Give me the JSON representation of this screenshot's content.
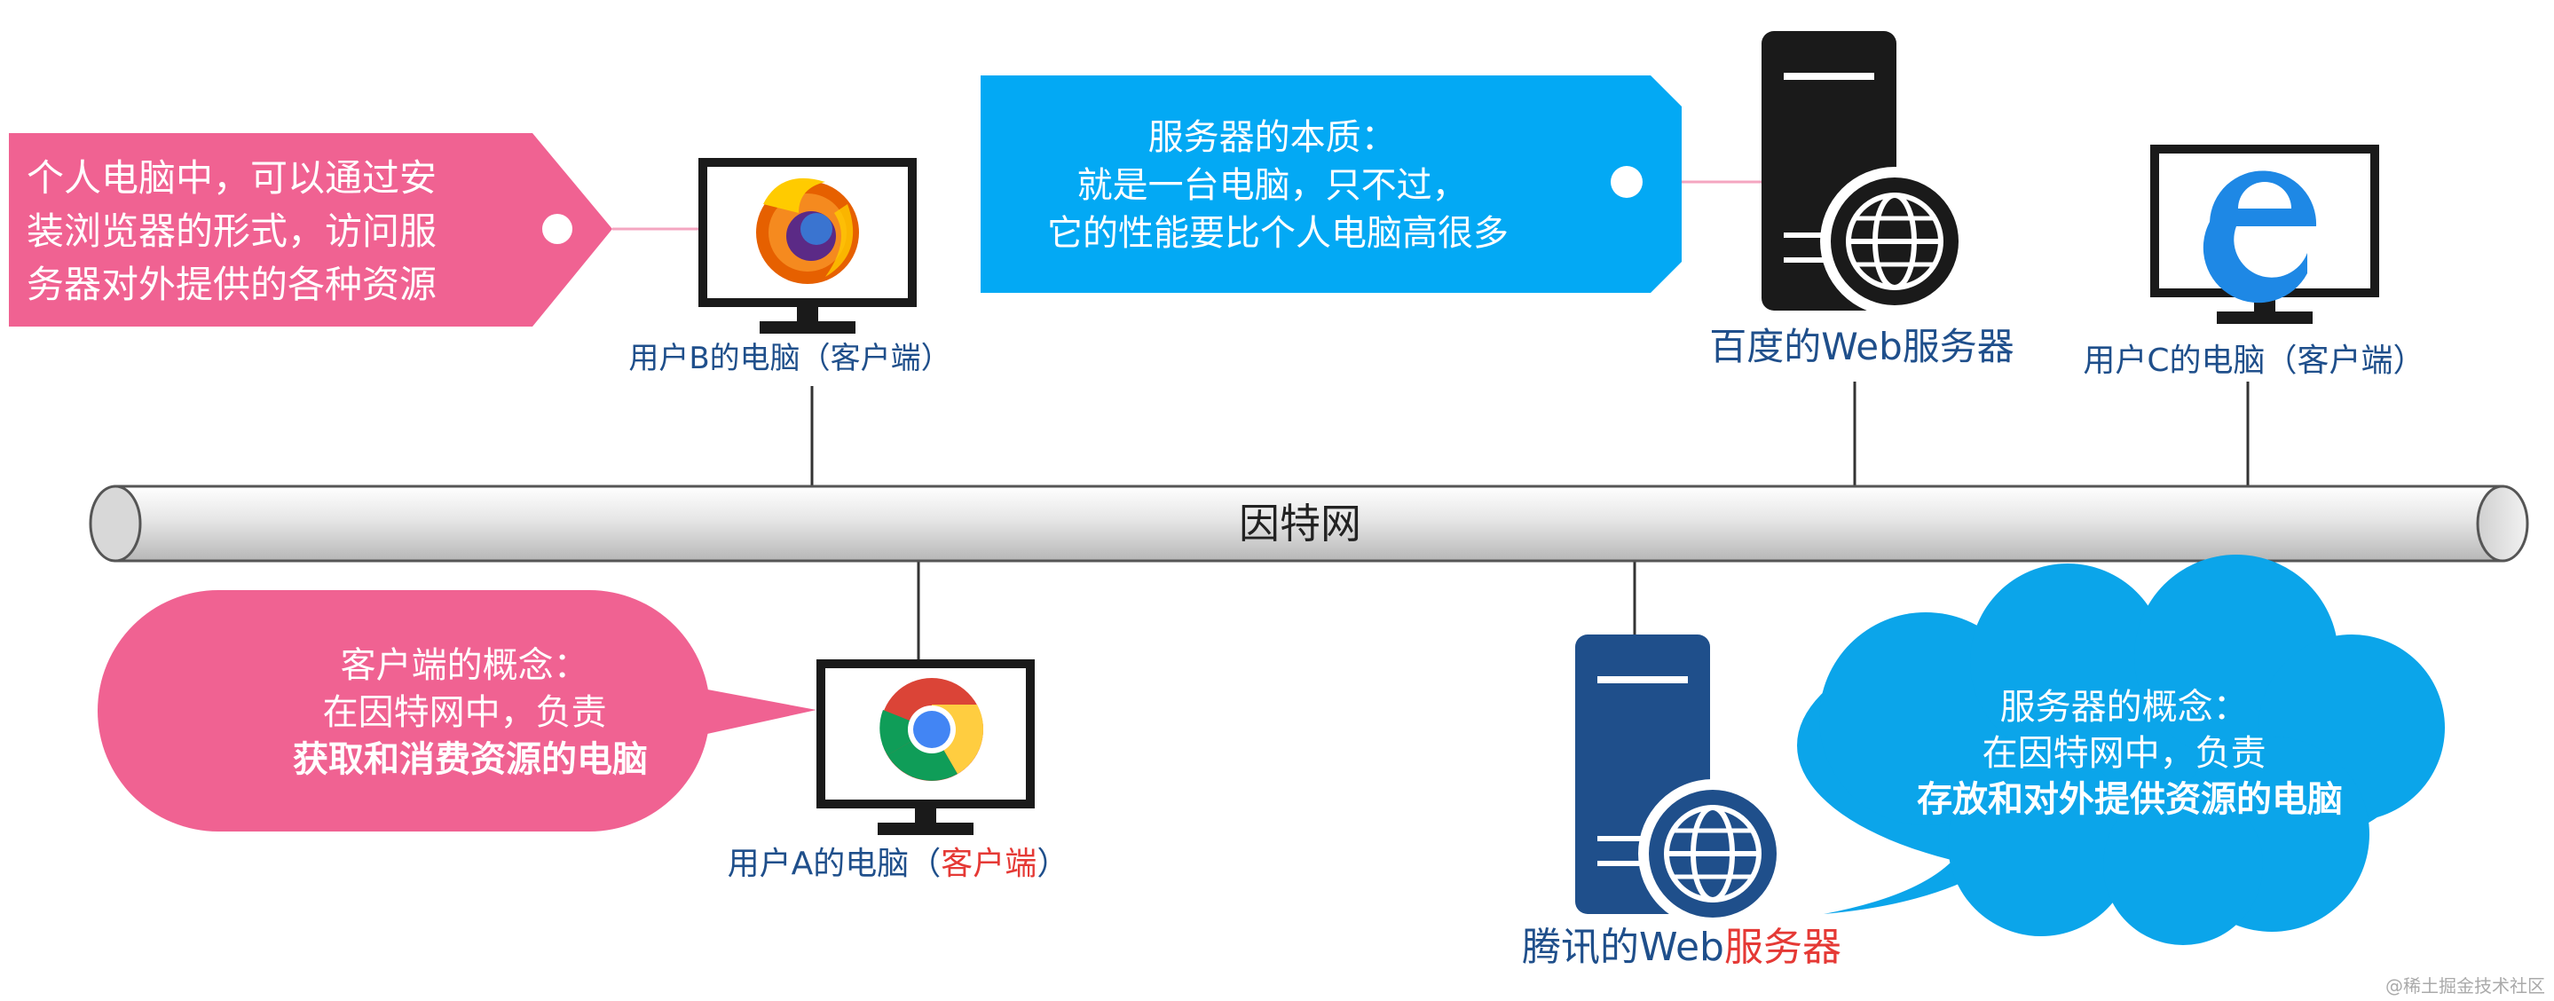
{
  "network": {
    "label": "因特网"
  },
  "user_b": {
    "caption": "用户B的电脑（客户端）",
    "callout": [
      "个人电脑中，可以通过安",
      "装浏览器的形式，访问服",
      "务器对外提供的各种资源"
    ],
    "browser_icon": "firefox-icon"
  },
  "baidu": {
    "caption": "百度的Web服务器",
    "callout": [
      "服务器的本质：",
      "就是一台电脑，只不过，",
      "它的性能要比个人电脑高很多"
    ]
  },
  "user_c": {
    "caption": "用户C的电脑（客户端）",
    "browser_icon": "edge-icon"
  },
  "user_a": {
    "caption_prefix": "用户A的电脑（",
    "caption_highlight": "客户端",
    "caption_suffix": "）",
    "browser_icon": "chrome-icon",
    "callout_title": "客户端的概念：",
    "callout_line2": "在因特网中，负责",
    "callout_line3": "获取和消费资源的电脑"
  },
  "tencent": {
    "caption_prefix": "腾讯的Web",
    "caption_highlight": "服务器",
    "callout_title": "服务器的概念：",
    "callout_line2": "在因特网中，负责",
    "callout_line3": "存放和对外提供资源的电脑"
  },
  "watermark": "@稀土掘金技术社区",
  "colors": {
    "pink": "#f06292",
    "blue": "#03a9f4",
    "navy": "#1f4f8b",
    "dark": "#222222",
    "highlight_red": "#e53935"
  }
}
